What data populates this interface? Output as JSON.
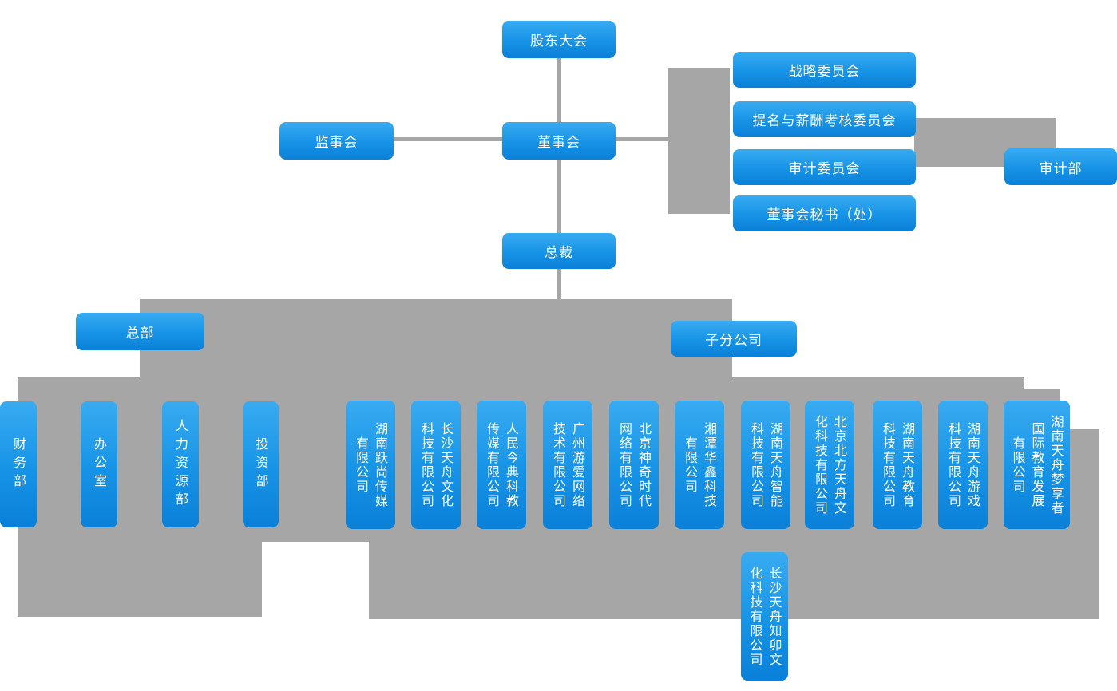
{
  "nodes": {
    "shareholders": "股东大会",
    "supervisory_board": "监事会",
    "board_of_directors": "董事会",
    "president": "总裁",
    "audit_department": "审计部",
    "headquarters": "总部",
    "subsidiaries_group": "子分公司"
  },
  "committees": [
    "战略委员会",
    "提名与薪酬考核委员会",
    "审计委员会",
    "董事会秘书（处）"
  ],
  "departments": [
    "财务部",
    "办公室",
    "人力资源部",
    "投资部"
  ],
  "subsidiaries": [
    "湖南跃尚传媒\n有限公司",
    "长沙天舟文化\n科技有限公司",
    "人民今典科教\n传媒有限公司",
    "广州游爱网络\n技术有限公司",
    "北京神奇时代\n网络有限公司",
    "湘潭华鑫科技\n有限公司",
    "湖南天舟智能\n科技有限公司",
    "北京北方天舟文\n化科技有限公司",
    "湖南天舟教育\n科技有限公司",
    "湖南天舟游戏\n科技有限公司",
    "湖南天舟梦享者\n国际教育发展\n有限公司"
  ],
  "sub_subsidiary": "长沙天舟知卯文\n化科技有限公司",
  "colors": {
    "node_gradient_top": "#38abf1",
    "node_gradient_bottom": "#0a80d8",
    "connector_gray": "#a6a6a6",
    "text": "#ffffff"
  }
}
